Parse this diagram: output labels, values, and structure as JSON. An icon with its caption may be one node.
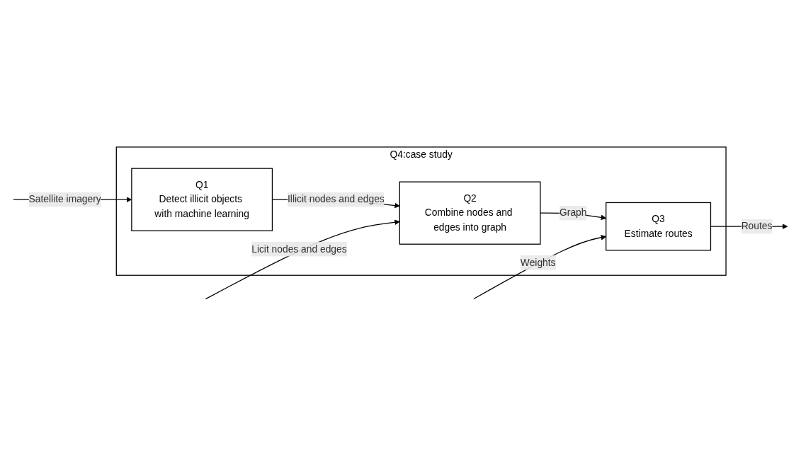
{
  "diagram": {
    "nodes": [
      {
        "text": [
          "Q4:case study"
        ]
      },
      {
        "text": [
          "Q1",
          "Detect illicit objects with machine learning"
        ],
        "in": 0
      },
      {
        "text": [
          "Q2",
          "Combine nodes and edges into graph"
        ],
        "in": 0
      },
      {
        "text": [
          "Q3",
          "Estimate routes"
        ],
        "in": 0
      }
    ],
    "edges": [
      {
        "from": null,
        "to": 1,
        "arrow": "to",
        "label": "Satellite imagery"
      },
      {
        "from": 1,
        "to": 2,
        "arrow": "to",
        "label": "Illicit nodes and edges"
      },
      {
        "from": null,
        "to": 2,
        "arrow": "to",
        "label": "Licit nodes and edges"
      },
      {
        "from": 2,
        "to": 3,
        "arrow": "to",
        "label": "Graph"
      },
      {
        "from": null,
        "to": 3,
        "arrow": "to",
        "label": "Weights"
      },
      {
        "from": 3,
        "to": null,
        "arrow": "to",
        "label": "Routes"
      }
    ]
  }
}
